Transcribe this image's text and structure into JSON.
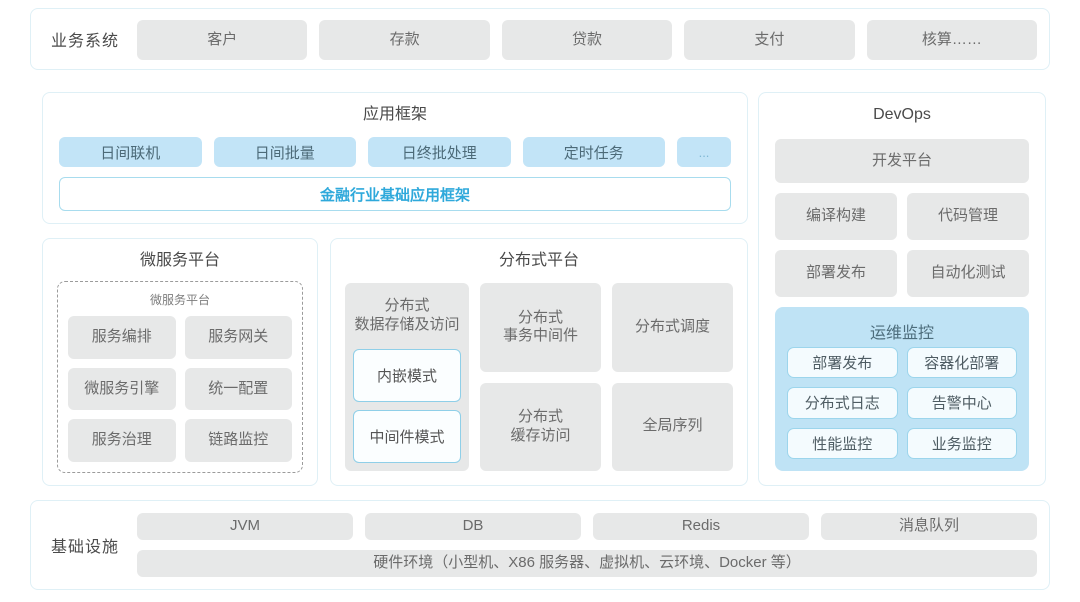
{
  "business_row": {
    "label": "业务系统",
    "items": [
      "客户",
      "存款",
      "贷款",
      "支付",
      "核算……"
    ]
  },
  "app_framework": {
    "title": "应用框架",
    "tags": [
      "日间联机",
      "日间批量",
      "日终批处理",
      "定时任务",
      "..."
    ],
    "base_bar": "金融行业基础应用框架",
    "base_bar_color": "#2fa9db"
  },
  "micro_service": {
    "title": "微服务平台",
    "inner_title": "微服务平台",
    "items": [
      "服务编排",
      "服务网关",
      "微服务引擎",
      "统一配置",
      "服务治理",
      "链路监控"
    ]
  },
  "distributed": {
    "title": "分布式平台",
    "storage_head": "分布式\n数据存储及访问",
    "storage_modes": [
      "内嵌模式",
      "中间件模式"
    ],
    "cells": [
      "分布式\n事务中间件",
      "分布式调度",
      "分布式\n缓存访问",
      "全局序列"
    ]
  },
  "devops": {
    "title": "DevOps",
    "platform": "开发平台",
    "items": [
      "编译构建",
      "代码管理",
      "部署发布",
      "自动化测试"
    ],
    "ops": {
      "title": "运维监控",
      "items": [
        "部署发布",
        "容器化部署",
        "分布式日志",
        "告警中心",
        "性能监控",
        "业务监控"
      ],
      "bg_color": "#bfe3f5"
    }
  },
  "infrastructure": {
    "label": "基础设施",
    "items": [
      "JVM",
      "DB",
      "Redis",
      "消息队列"
    ],
    "hardware": "硬件环境（小型机、X86 服务器、虚拟机、云环境、Docker 等）"
  },
  "colors": {
    "chip_gray": "#e7e8e8",
    "chip_blue": "#c2e4f7",
    "panel_border": "#dff0f6",
    "accent": "#2fa9db"
  }
}
